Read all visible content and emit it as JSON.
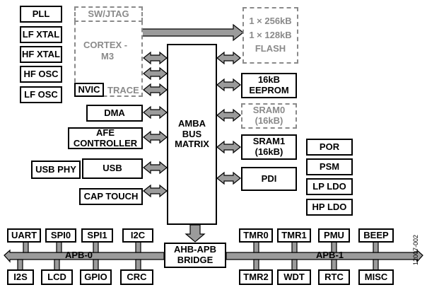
{
  "clocks": {
    "pll": "PLL",
    "lf_xtal": "LF XTAL",
    "hf_xtal": "HF XTAL",
    "hf_osc": "HF OSC",
    "lf_osc": "LF OSC"
  },
  "core": {
    "swjtag": "SW/JTAG",
    "cortex_line1": "CORTEX -",
    "cortex_line2": "M3",
    "nvic": "NVIC",
    "trace": "TRACE"
  },
  "flash": {
    "line1": "1 × 256kB",
    "line2": "1 × 128kB",
    "line3": "FLASH"
  },
  "left_blocks": {
    "dma": "DMA",
    "afe_line1": "AFE",
    "afe_line2": "CONTROLLER",
    "usb_phy": "USB PHY",
    "usb": "USB",
    "cap_touch": "CAP TOUCH"
  },
  "matrix": {
    "line1": "AMBA",
    "line2": "BUS",
    "line3": "MATRIX"
  },
  "right_blocks": {
    "eeprom_line1": "16kB",
    "eeprom_line2": "EEPROM",
    "sram0_line1": "SRAM0",
    "sram0_line2": "(16kB)",
    "sram1_line1": "SRAM1",
    "sram1_line2": "(16kB)",
    "pdi": "PDI"
  },
  "power": {
    "por": "POR",
    "psm": "PSM",
    "lp_ldo": "LP LDO",
    "hp_ldo": "HP LDO"
  },
  "bridge": {
    "line1": "AHB-APB",
    "line2": "BRIDGE"
  },
  "apb0": {
    "label": "APB-0",
    "top": [
      "UART",
      "SPI0",
      "SPI1",
      "I2C"
    ],
    "bottom": [
      "I2S",
      "LCD",
      "GPIO",
      "CRC"
    ]
  },
  "apb1": {
    "label": "APB-1",
    "top": [
      "TMR0",
      "TMR1",
      "PMU",
      "BEEP"
    ],
    "bottom": [
      "TMR2",
      "WDT",
      "RTC",
      "MISC"
    ]
  },
  "figure_id": "12007-002",
  "colors": {
    "bus_fill": "#9b9b9b",
    "dashed_gray": "#8a8a8a"
  }
}
